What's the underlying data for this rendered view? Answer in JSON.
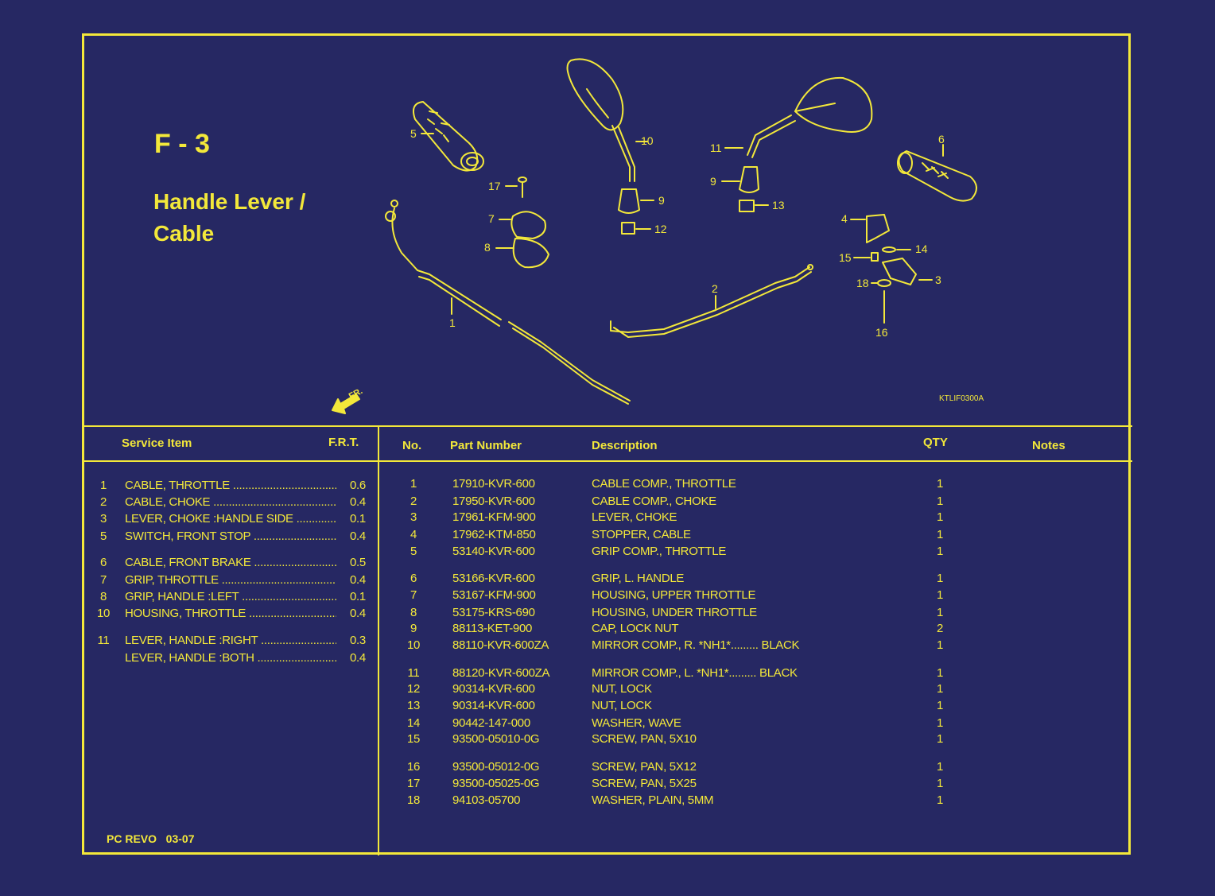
{
  "section_code": "F - 3",
  "section_title_line1": "Handle Lever /",
  "section_title_line2": "Cable",
  "drawing_code": "KTLIF0300A",
  "front_marker": "FR.",
  "callouts": [
    "1",
    "2",
    "3",
    "4",
    "5",
    "6",
    "7",
    "8",
    "9",
    "9",
    "10",
    "11",
    "12",
    "13",
    "14",
    "15",
    "16",
    "17",
    "18"
  ],
  "service_header": {
    "item": "Service Item",
    "frt": "F.R.T."
  },
  "service_items": [
    {
      "no": "1",
      "label": "CABLE, THROTTLE",
      "frt": "0.6"
    },
    {
      "no": "2",
      "label": "CABLE, CHOKE",
      "frt": "0.4"
    },
    {
      "no": "3",
      "label": "LEVER, CHOKE :HANDLE SIDE",
      "frt": "0.1"
    },
    {
      "no": "5",
      "label": "SWITCH, FRONT STOP",
      "frt": "0.4"
    },
    {
      "no": "6",
      "label": "CABLE, FRONT BRAKE",
      "frt": "0.5"
    },
    {
      "no": "7",
      "label": "GRIP, THROTTLE",
      "frt": "0.4"
    },
    {
      "no": "8",
      "label": "GRIP, HANDLE :LEFT",
      "frt": "0.1"
    },
    {
      "no": "10",
      "label": "HOUSING, THROTTLE",
      "frt": "0.4"
    },
    {
      "no": "11",
      "label": "LEVER, HANDLE :RIGHT",
      "frt": "0.3"
    },
    {
      "no": "",
      "label": "LEVER, HANDLE :BOTH",
      "frt": "0.4"
    }
  ],
  "parts_header": {
    "no": "No.",
    "part_number": "Part Number",
    "description": "Description",
    "qty": "QTY",
    "notes": "Notes"
  },
  "parts": [
    {
      "no": "1",
      "part_number": "17910-KVR-600",
      "description": "CABLE COMP., THROTTLE",
      "qty": "1"
    },
    {
      "no": "2",
      "part_number": "17950-KVR-600",
      "description": "CABLE COMP., CHOKE",
      "qty": "1"
    },
    {
      "no": "3",
      "part_number": "17961-KFM-900",
      "description": "LEVER, CHOKE",
      "qty": "1"
    },
    {
      "no": "4",
      "part_number": "17962-KTM-850",
      "description": "STOPPER, CABLE",
      "qty": "1"
    },
    {
      "no": "5",
      "part_number": "53140-KVR-600",
      "description": "GRIP COMP., THROTTLE",
      "qty": "1"
    },
    {
      "no": "6",
      "part_number": "53166-KVR-600",
      "description": "GRIP, L. HANDLE",
      "qty": "1"
    },
    {
      "no": "7",
      "part_number": "53167-KFM-900",
      "description": "HOUSING, UPPER THROTTLE",
      "qty": "1"
    },
    {
      "no": "8",
      "part_number": "53175-KRS-690",
      "description": "HOUSING, UNDER THROTTLE",
      "qty": "1"
    },
    {
      "no": "9",
      "part_number": "88113-KET-900",
      "description": "CAP, LOCK NUT",
      "qty": "2"
    },
    {
      "no": "10",
      "part_number": "88110-KVR-600ZA",
      "description": "MIRROR COMP., R.  *NH1*......... BLACK",
      "qty": "1"
    },
    {
      "no": "11",
      "part_number": "88120-KVR-600ZA",
      "description": "MIRROR COMP., L.  *NH1*......... BLACK",
      "qty": "1"
    },
    {
      "no": "12",
      "part_number": "90314-KVR-600",
      "description": "NUT, LOCK",
      "qty": "1"
    },
    {
      "no": "13",
      "part_number": "90314-KVR-600",
      "description": "NUT, LOCK",
      "qty": "1"
    },
    {
      "no": "14",
      "part_number": "90442-147-000",
      "description": "WASHER, WAVE",
      "qty": "1"
    },
    {
      "no": "15",
      "part_number": "93500-05010-0G",
      "description": "SCREW, PAN, 5X10",
      "qty": "1"
    },
    {
      "no": "16",
      "part_number": "93500-05012-0G",
      "description": "SCREW, PAN, 5X12",
      "qty": "1"
    },
    {
      "no": "17",
      "part_number": "93500-05025-0G",
      "description": "SCREW, PAN, 5X25",
      "qty": "1"
    },
    {
      "no": "18",
      "part_number": "94103-05700",
      "description": "WASHER, PLAIN, 5MM",
      "qty": "1"
    }
  ],
  "footer": "PC REVO   03-07",
  "colors": {
    "background": "#262863",
    "ink": "#f3e83a"
  }
}
